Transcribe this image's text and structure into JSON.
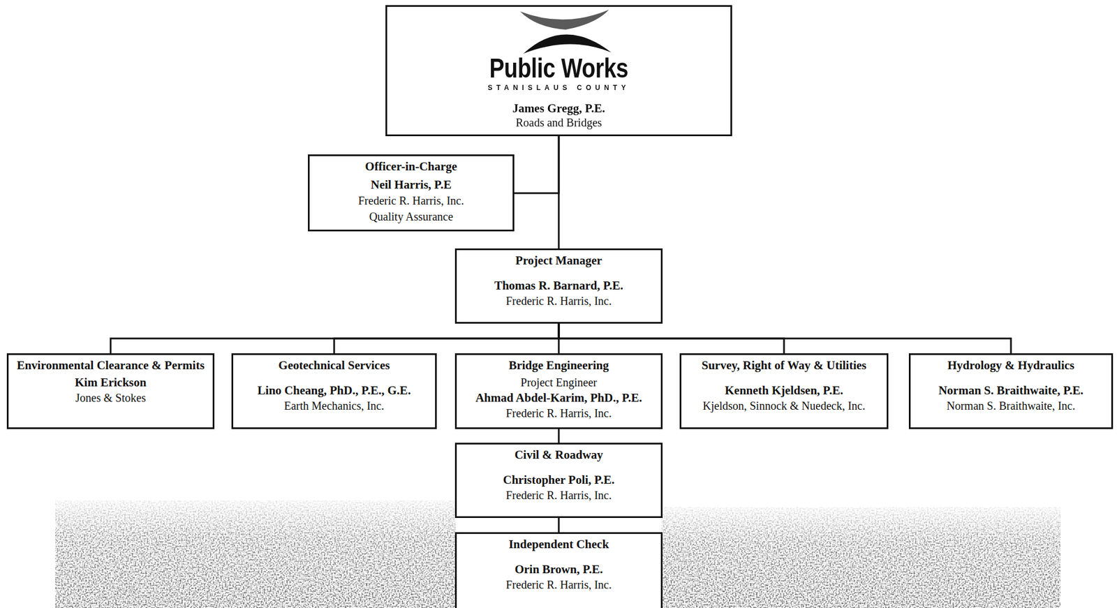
{
  "diagram": {
    "nodes": [
      {
        "text": [
          "Public Works",
          "STANISLAUS COUNTY",
          "James Gregg, P.E.",
          "Roads and Bridges"
        ]
      },
      {
        "text": [
          "Officer-in-Charge",
          "Neil Harris, P.E",
          "Frederic R. Harris, Inc.",
          "Quality Assurance"
        ]
      },
      {
        "text": [
          "Project Manager",
          "Thomas R. Barnard, P.E.",
          "Frederic R. Harris, Inc."
        ]
      },
      {
        "text": [
          "Environmental Clearance & Permits",
          "Kim Erickson",
          "Jones & Stokes"
        ]
      },
      {
        "text": [
          "Geotechnical Services",
          "Lino Cheang, PhD., P.E., G.E.",
          "Earth Mechanics, Inc."
        ]
      },
      {
        "text": [
          "Bridge Engineering",
          "Project Engineer",
          "Ahmad Abdel-Karim, PhD., P.E.",
          "Frederic R. Harris, Inc."
        ]
      },
      {
        "text": [
          "Survey, Right of Way & Utilities",
          "Kenneth Kjeldsen, P.E.",
          "Kjeldson, Sinnock & Nuedeck, Inc."
        ]
      },
      {
        "text": [
          "Hydrology & Hydraulics",
          "Norman S. Braithwaite, P.E.",
          "Norman S. Braithwaite, Inc."
        ]
      },
      {
        "text": [
          "Civil & Roadway",
          "Christopher Poli, P.E.",
          "Frederic R. Harris, Inc."
        ]
      },
      {
        "text": [
          "Independent Check",
          "Orin Brown, P.E.",
          "Frederic R. Harris, Inc."
        ]
      }
    ],
    "edges": [
      {
        "from": 0,
        "to": 1,
        "arrow": "none"
      },
      {
        "from": 0,
        "to": 2,
        "arrow": "none"
      },
      {
        "from": 2,
        "to": 3,
        "arrow": "none"
      },
      {
        "from": 2,
        "to": 4,
        "arrow": "none"
      },
      {
        "from": 2,
        "to": 5,
        "arrow": "none"
      },
      {
        "from": 2,
        "to": 6,
        "arrow": "none"
      },
      {
        "from": 2,
        "to": 7,
        "arrow": "none"
      },
      {
        "from": 5,
        "to": 8,
        "arrow": "none"
      },
      {
        "from": 8,
        "to": 9,
        "arrow": "none"
      }
    ]
  }
}
